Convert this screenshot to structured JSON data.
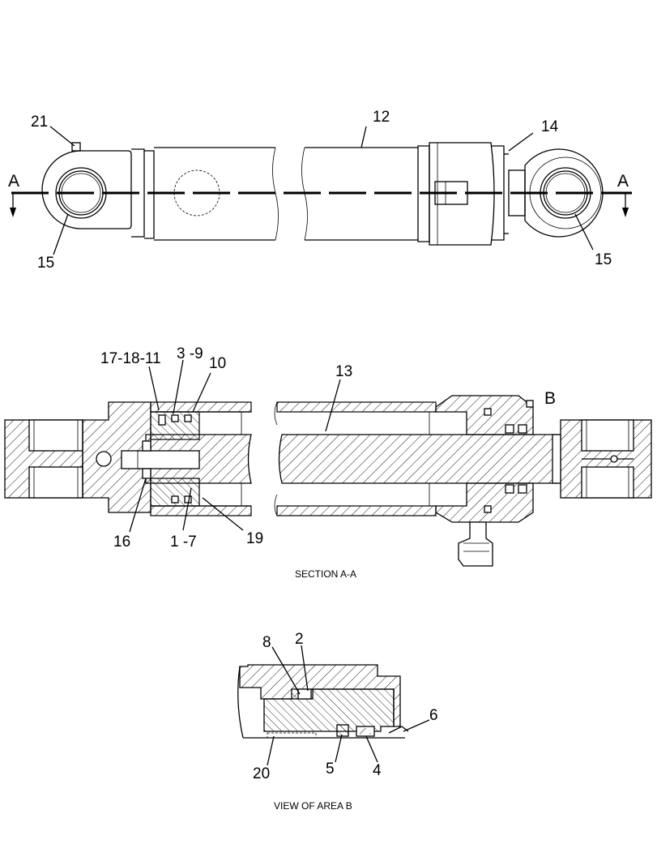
{
  "top_view": {
    "section_marker_left": "A",
    "section_marker_right": "A",
    "callouts": {
      "c21": "21",
      "c12": "12",
      "c14": "14",
      "c15_left": "15",
      "c15_right": "15"
    }
  },
  "section_view": {
    "caption": "SECTION A-A",
    "area_marker": "B",
    "callouts": {
      "c17_18_11": "17-18-11",
      "c3_9": "3 -9",
      "c10": "10",
      "c13": "13",
      "c16": "16",
      "c1_7": "1 -7",
      "c19": "19"
    }
  },
  "detail_view": {
    "caption": "VIEW OF AREA B",
    "callouts": {
      "c8": "8",
      "c2": "2",
      "c6": "6",
      "c20": "20",
      "c5": "5",
      "c4": "4"
    }
  }
}
